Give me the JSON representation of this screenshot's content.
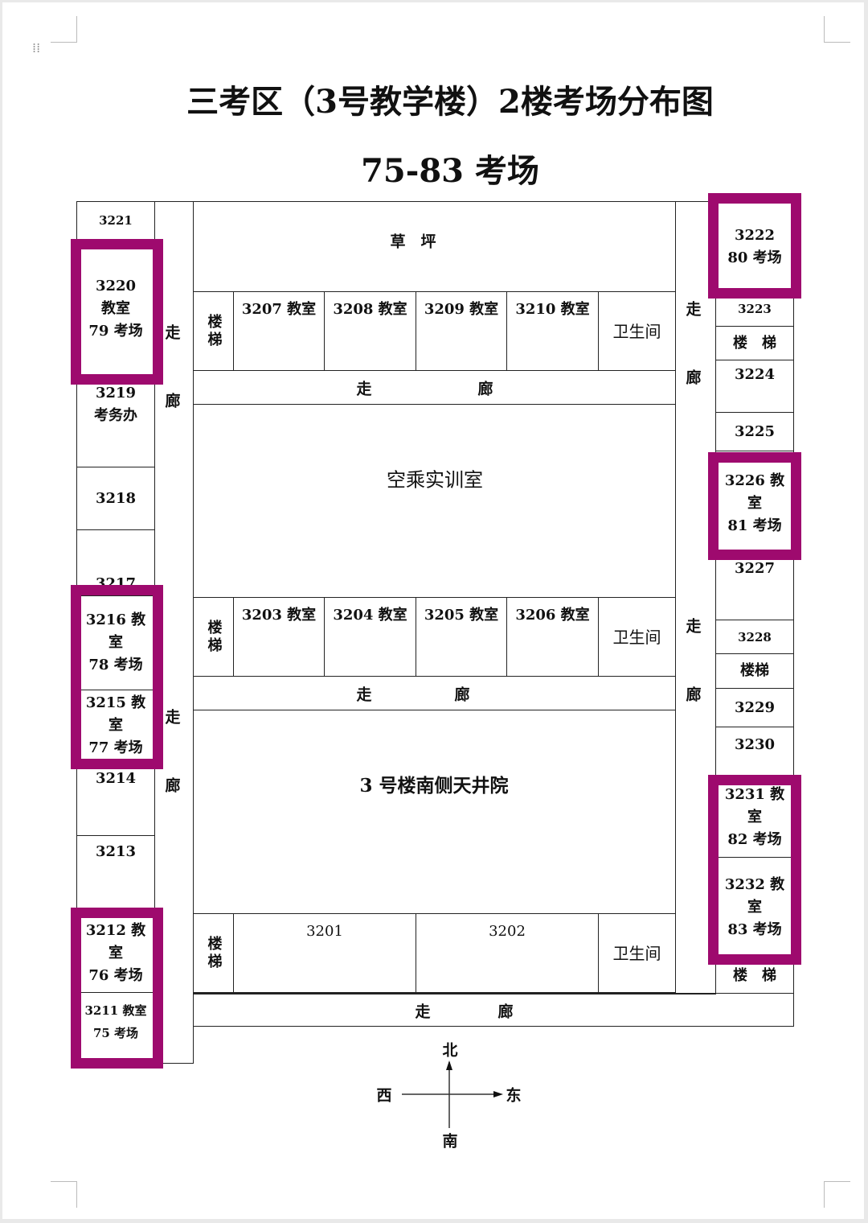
{
  "title": "三考区（3号教学楼）2楼考场分布图",
  "subtitle": "75-83 考场",
  "colors": {
    "highlight": "#9e0a6e"
  },
  "left_column": {
    "r3221": "3221",
    "r3220": [
      "3220",
      "教室",
      "79 考场"
    ],
    "r3219": [
      "3219",
      "考务办"
    ],
    "r3218": "3218",
    "r3217": "3217",
    "r3216": [
      "3216 教",
      "室",
      "78 考场"
    ],
    "r3215": [
      "3215 教",
      "室",
      "77 考场"
    ],
    "r3214": "3214",
    "r3213": "3213",
    "r3212": [
      "3212 教",
      "室",
      "76 考场"
    ],
    "r3211": [
      "3211 教室",
      "75 考场"
    ]
  },
  "corridor": {
    "zou": "走",
    "lang": "廊"
  },
  "middle": {
    "lawn": "草　坪",
    "stairs": "楼梯",
    "row1": [
      "3207 教室",
      "3208 教室",
      "3209 教室",
      "3210 教室"
    ],
    "wc": "卫生间",
    "training": "空乘实训室",
    "row2": [
      "3203 教室",
      "3204 教室",
      "3205 教室",
      "3206 教室"
    ],
    "courtyard": "3 号楼南侧天井院",
    "row3": [
      "3201",
      "3202"
    ]
  },
  "right_column": {
    "r3222": [
      "3222",
      "80 考场"
    ],
    "r3223": "3223",
    "stairs_a": "楼　梯",
    "r3224": "3224",
    "r3225": "3225",
    "r3226": [
      "3226 教",
      "室",
      "81 考场"
    ],
    "r3227": "3227",
    "r3228": "3228",
    "stairs_b": "楼梯",
    "r3229": "3229",
    "r3230": "3230",
    "r3231": [
      "3231 教",
      "室",
      "82 考场"
    ],
    "r3232": [
      "3232 教",
      "室",
      "83 考场"
    ],
    "stairs_c": "楼　梯"
  },
  "compass": {
    "north": "北",
    "south": "南",
    "west": "西",
    "east": "东"
  }
}
